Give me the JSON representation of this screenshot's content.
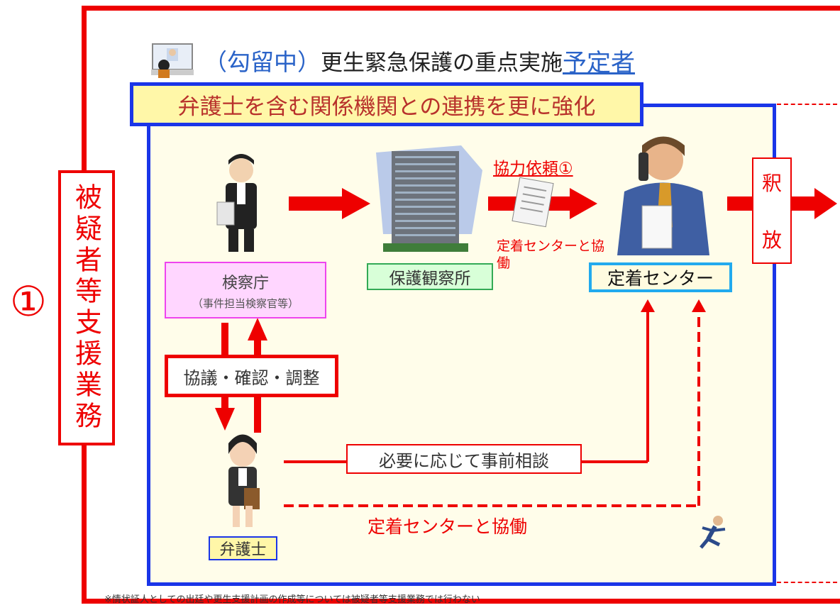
{
  "circle_number": "①",
  "vertical_label": "被疑者等支援業務",
  "header": {
    "paren": "（勾留中）",
    "main": "更生緊急保護の重点実施",
    "link": "予定者"
  },
  "inner_title": "弁護士を含む関係機関との連携を更に強化",
  "prosecutor": {
    "name": "検察庁",
    "sub": "（事件担当検察官等）"
  },
  "probation_office": "保護観察所",
  "cooperation_request": "協力依頼①",
  "collab_small": "定着センターと協働",
  "settlement_center": "定着センター",
  "release": [
    "釈",
    "放"
  ],
  "consult_label": "協議・確認・調整",
  "advance_consult": "必要に応じて事前相談",
  "collab_dashed": "定着センターと協働",
  "lawyer": "弁護士",
  "footnote": "※情状証人としての出廷や更生支援計画の作成等については被疑者等支援業務では行わない",
  "colors": {
    "red": "#ee0000",
    "blue": "#1a35e8",
    "accent_blue": "#2a63c8"
  }
}
